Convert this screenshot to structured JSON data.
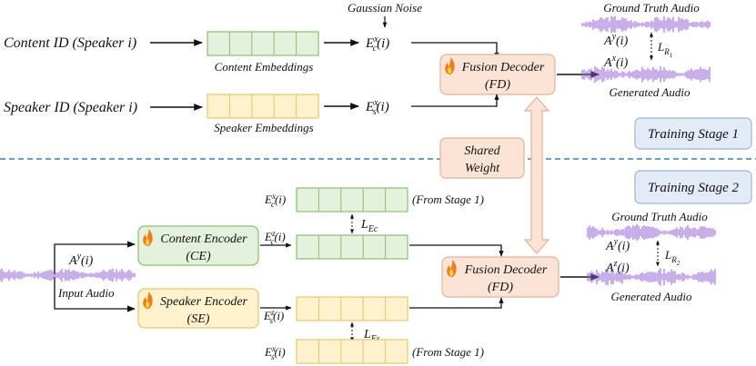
{
  "stage1": {
    "content_id": "Content ID (Speaker i)",
    "speaker_id": "Speaker ID (Speaker i)",
    "gaussian_noise": "Gaussian Noise",
    "content_embeddings": "Content Embeddings",
    "speaker_embeddings": "Speaker Embeddings",
    "ec_x": "E_c^x(i)",
    "es_x": "E_s^x(i)",
    "decoder": {
      "line1": "Fusion Decoder",
      "line2": "(FD)"
    },
    "gt_audio": "Ground Truth Audio",
    "gen_audio": "Generated Audio",
    "a_y": "A^y(i)",
    "a_x": "A^x(i)",
    "loss": "L_R1",
    "stage_label": "Training Stage 1"
  },
  "shared": {
    "line1": "Shared",
    "line2": "Weight"
  },
  "stage2": {
    "stage_label": "Training Stage 2",
    "input_a_y": "A^y(i)",
    "input_audio": "Input Audio",
    "content_encoder": {
      "line1": "Content Encoder",
      "line2": "(CE)"
    },
    "speaker_encoder": {
      "line1": "Speaker Encoder",
      "line2": "(SE)"
    },
    "ec_x": "E_c^x(i)",
    "ec_z": "E_c^z(i)",
    "es_z": "E_s^z(i)",
    "es_x": "E_s^x(i)",
    "from_stage1_top": "(From Stage 1)",
    "from_stage1_bottom": "(From Stage 1)",
    "loss_ec": "L_Ec",
    "loss_es": "L_Es",
    "decoder": {
      "line1": "Fusion Decoder",
      "line2": "(FD)"
    },
    "gt_audio": "Ground Truth Audio",
    "gen_audio": "Generated Audio",
    "a_y": "A^y(i)",
    "a_z": "A^z(i)",
    "loss": "L_R2"
  },
  "colors": {
    "green_fill": "#e4f1dc",
    "green_stroke": "#8cc06e",
    "yellow_fill": "#fff2cc",
    "yellow_stroke": "#e8c66a",
    "orange_fill": "#fbe4d6",
    "orange_stroke": "#e6b194",
    "blue_fill": "#e3ebf6",
    "blue_stroke": "#9db6d8",
    "dash_line": "#2e86c1",
    "wave": "#8e5fd6",
    "flame": "#f07d1a"
  }
}
